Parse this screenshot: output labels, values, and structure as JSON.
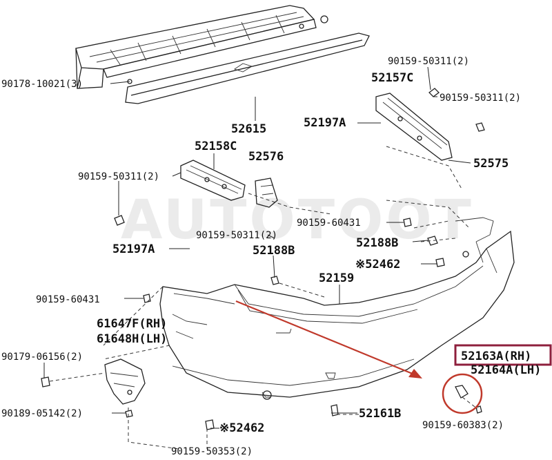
{
  "watermark": "AUTOTOOT",
  "colors": {
    "highlight": "#c0392b",
    "highlight_box": "#8e1f3c",
    "line": "#222222"
  },
  "labels": {
    "p90178": "90178-10021(3)",
    "p52615": "52615",
    "p90159_50311_top": "90159-50311(2)",
    "p52157c": "52157C",
    "p90159_50311_right": "90159-50311(2)",
    "p52197a_right": "52197A",
    "p52575": "52575",
    "p52158c": "52158C",
    "p52576": "52576",
    "p90159_50311_left": "90159-50311(2)",
    "p90159_60431_right": "90159-60431",
    "p90159_50311_mid": "90159-50311(2)",
    "p52188b_right": "52188B",
    "p52197a_left": "52197A",
    "p52188b_left": "52188B",
    "p52462_right": "※52462",
    "p52159": "52159",
    "p90159_60431_left": "90159-60431",
    "p61647f": "61647F(RH)",
    "p61648h": "61648H(LH)",
    "p52163a": "52163A(RH)",
    "p52164a": "52164A(LH)",
    "p90179": "90179-06156(2)",
    "p90189": "90189-05142(2)",
    "p52462_bottom": "※52462",
    "p52161b": "52161B",
    "p90159_50353": "90159-50353(2)",
    "p90159_60383": "90159-60383(2)"
  }
}
